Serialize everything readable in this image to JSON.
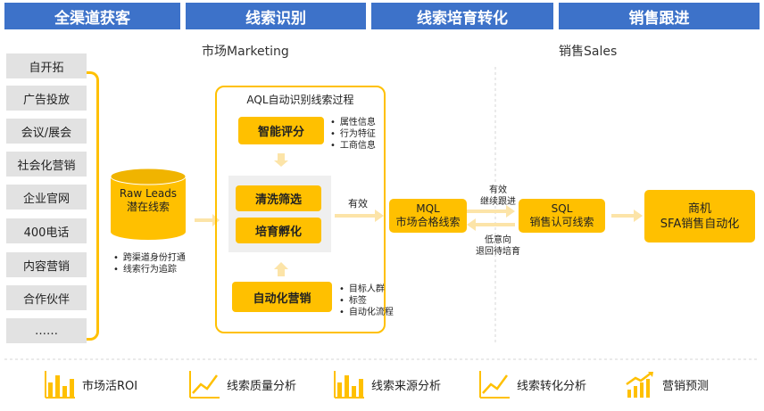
{
  "stages": [
    "全渠道获客",
    "线索识别",
    "线索培育转化",
    "销售跟进"
  ],
  "sections": {
    "marketing": "市场Marketing",
    "sales": "销售Sales"
  },
  "channels": [
    "自开拓",
    "广告投放",
    "会议/展会",
    "社会化营销",
    "企业官网",
    "400电话",
    "内容营销",
    "合作伙伴",
    "……"
  ],
  "raw_leads": {
    "line1": "Raw Leads",
    "line2": "潜在线索"
  },
  "raw_bullets": [
    "跨渠道身份打通",
    "线索行为追踪"
  ],
  "aql": {
    "title": "AQL自动识别线索过程",
    "scoring": "智能评分",
    "scoring_bullets": [
      "属性信息",
      "行为特征",
      "工商信息"
    ],
    "cleanse": "清洗筛选",
    "incubate": "培育孵化",
    "automation": "自动化营销",
    "automation_bullets": [
      "目标人群",
      "标签",
      "自动化流程"
    ]
  },
  "valid_label": "有效",
  "mql": {
    "line1": "MQL",
    "line2": "市场合格线索"
  },
  "forward_label": {
    "line1": "有效",
    "line2": "继续跟进"
  },
  "back_label": {
    "line1": "低意向",
    "line2": "退回待培育"
  },
  "sql": {
    "line1": "SQL",
    "line2": "销售认可线索"
  },
  "opportunity": {
    "line1": "商机",
    "line2": "SFA销售自动化"
  },
  "bottom": [
    "市场活ROI",
    "线索质量分析",
    "线索来源分析",
    "线索转化分析",
    "营销预测"
  ],
  "colors": {
    "accent": "#ffc000",
    "header": "#3d72c9",
    "channel_bg": "#e2e2e2"
  }
}
